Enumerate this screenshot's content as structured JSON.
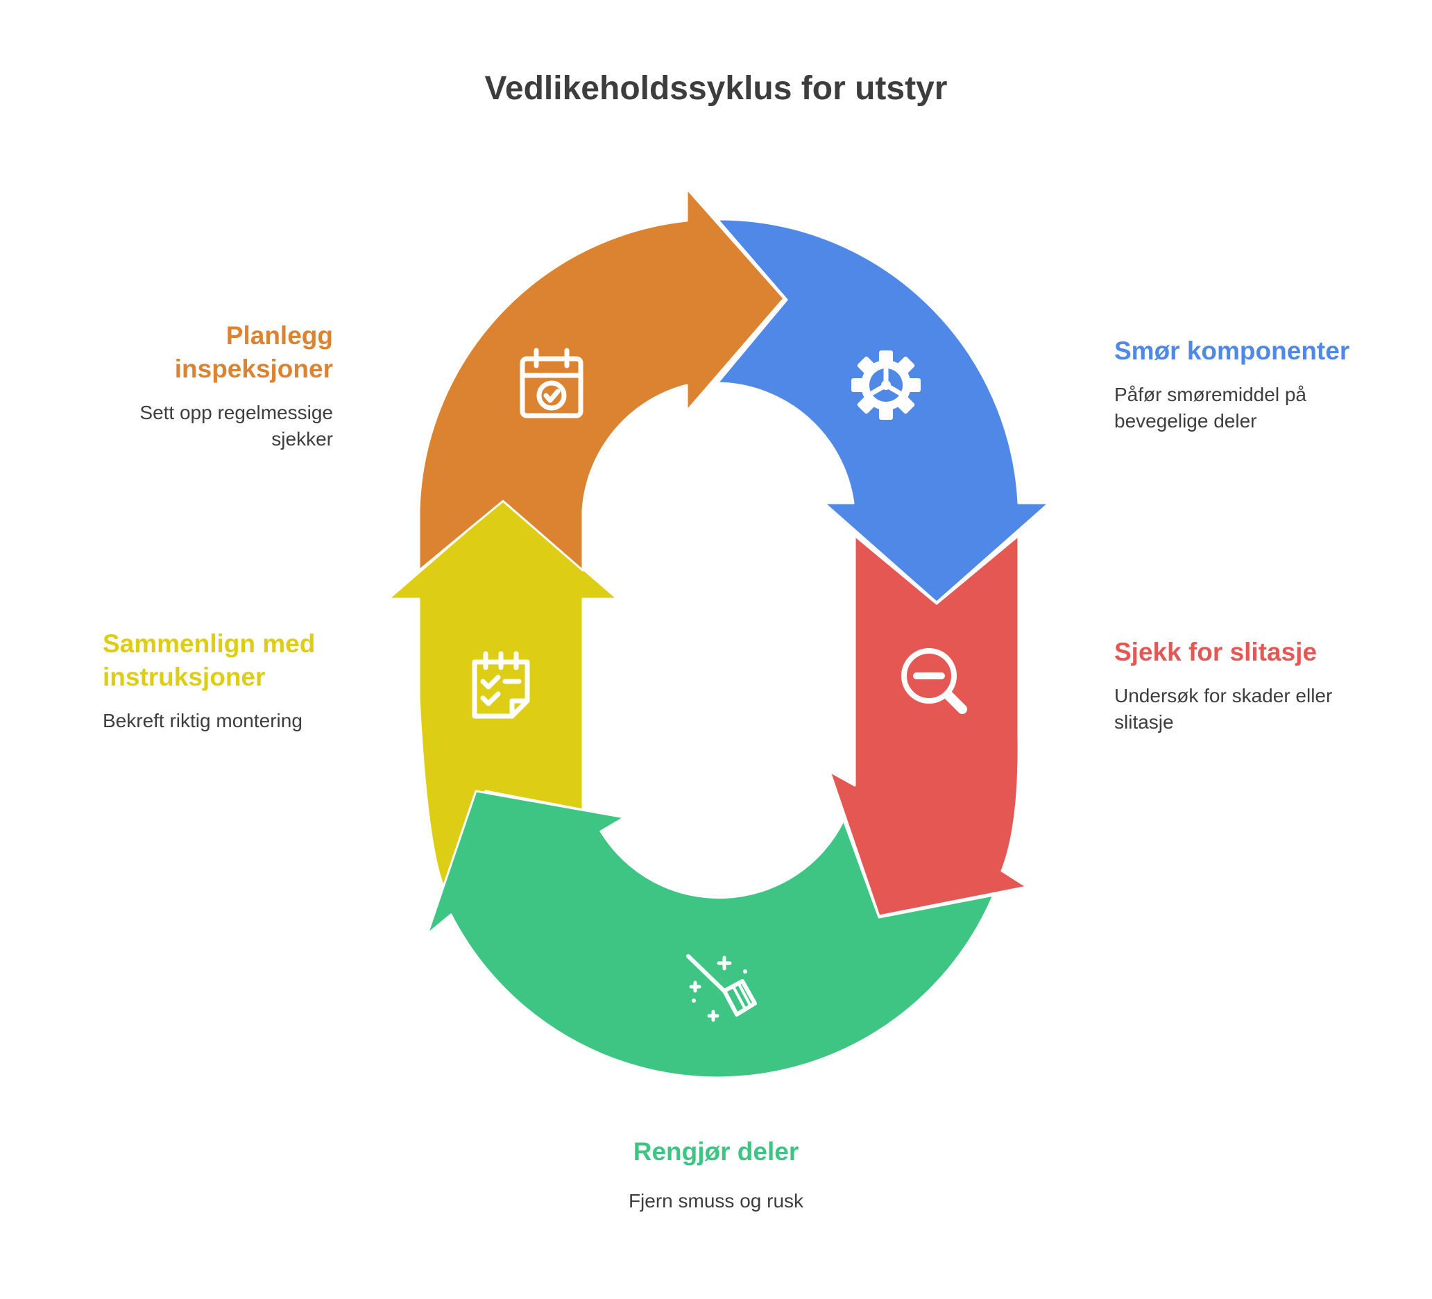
{
  "title": "Vedlikeholdssyklus for utstyr",
  "colors": {
    "orange": "#DC8331",
    "blue": "#4F88E6",
    "red": "#E55753",
    "green": "#3EC584",
    "yellow": "#DECD15",
    "title": "#3D3D3D",
    "text": "#3D3D3D"
  },
  "steps": [
    {
      "id": "plan",
      "title": "Planlegg inspeksjoner",
      "desc": "Sett opp regelmessige sjekker",
      "icon": "calendar-check-icon"
    },
    {
      "id": "lube",
      "title": "Smør komponenter",
      "desc": "Påfør smøremiddel på bevegelige deler",
      "icon": "gear-icon"
    },
    {
      "id": "wear",
      "title": "Sjekk for slitasje",
      "desc": "Undersøk for skader eller slitasje",
      "icon": "zoom-out-icon"
    },
    {
      "id": "clean",
      "title": "Rengjør deler",
      "desc": "Fjern smuss og rusk",
      "icon": "broom-icon"
    },
    {
      "id": "compare",
      "title": "Sammenlign med instruksjoner",
      "desc": "Bekreft riktig montering",
      "icon": "checklist-icon"
    }
  ]
}
